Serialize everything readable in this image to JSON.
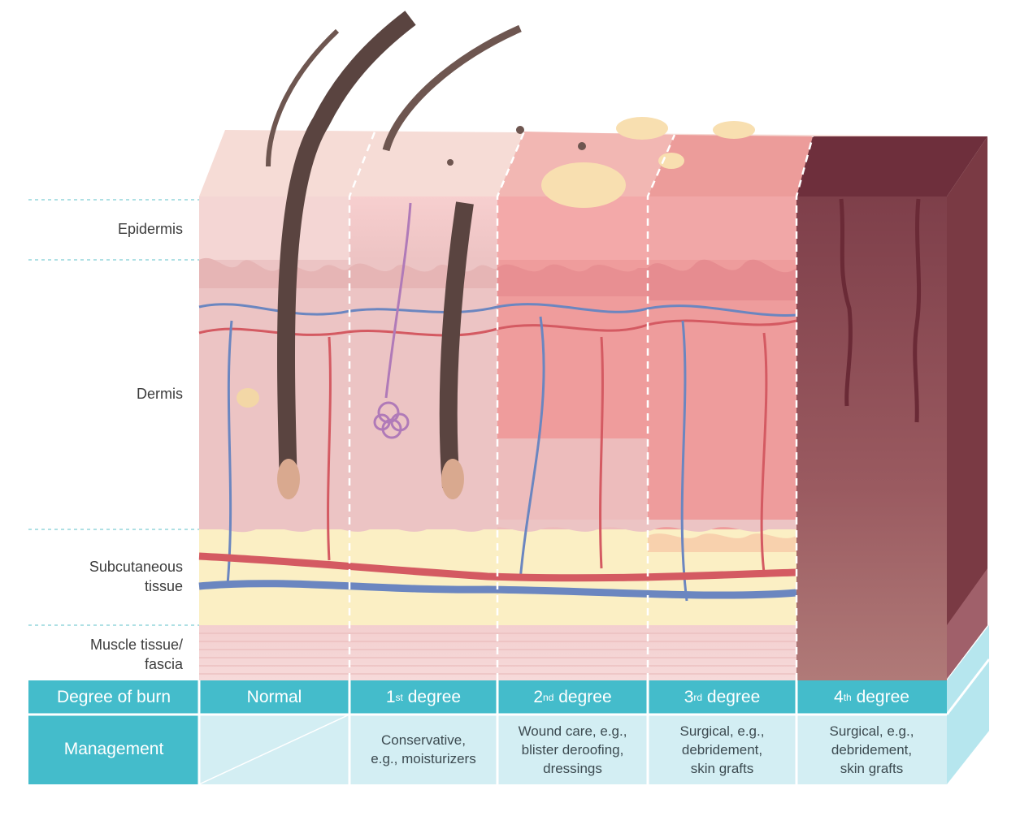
{
  "layers": {
    "epidermis": "Epidermis",
    "dermis": "Dermis",
    "subcutaneous_line1": "Subcutaneous",
    "subcutaneous_line2": "tissue",
    "muscle_line1": "Muscle tissue/",
    "muscle_line2": "fascia"
  },
  "table": {
    "degree_header": "Degree of burn",
    "management_header": "Management",
    "columns": [
      {
        "base": "Normal",
        "sup": "",
        "suffix": "",
        "management": []
      },
      {
        "base": "1",
        "sup": "st",
        "suffix": " degree",
        "management": [
          "Conservative,",
          "e.g., moisturizers"
        ]
      },
      {
        "base": "2",
        "sup": "nd",
        "suffix": " degree",
        "management": [
          "Wound care, e.g.,",
          "blister deroofing,",
          "dressings"
        ]
      },
      {
        "base": "3",
        "sup": "rd",
        "suffix": " degree",
        "management": [
          "Surgical, e.g.,",
          "debridement,",
          "skin grafts"
        ]
      },
      {
        "base": "4",
        "sup": "th",
        "suffix": " degree",
        "management": [
          "Surgical, e.g.,",
          "debridement,",
          "skin grafts"
        ]
      }
    ]
  },
  "colors": {
    "teal_header": "#44bccb",
    "teal_light": "#d3eef3",
    "teal_side": "#b6e6ee",
    "epidermis_normal": "#f4d6d4",
    "dermis_normal": "#ecc4c4",
    "fat": "#fbefc4",
    "burn_2nd": "#f2a3a3",
    "burn_4th": "#8a4a52",
    "artery": "#d45a62",
    "vein": "#6b86c0",
    "hair": "#6e5650"
  }
}
